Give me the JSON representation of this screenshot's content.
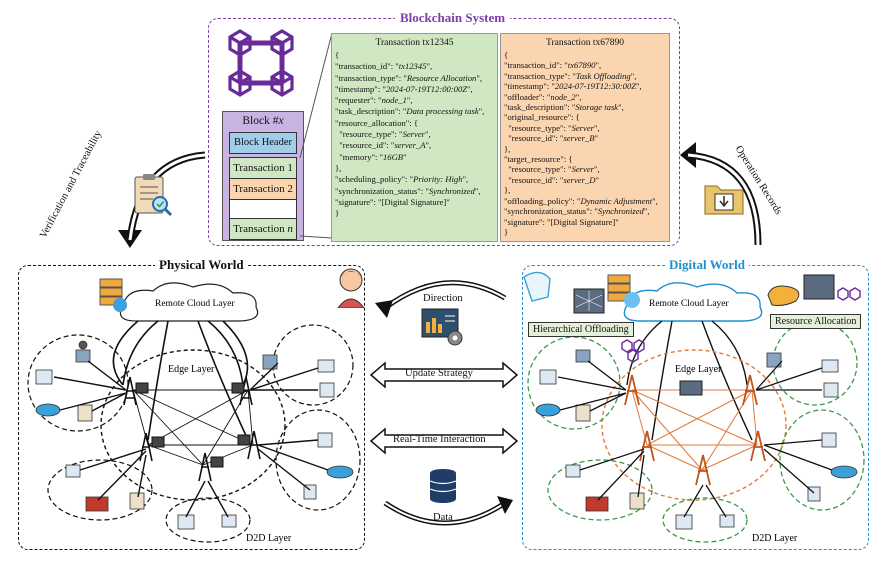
{
  "blockchain": {
    "title": "Blockchain System",
    "block": {
      "header": "Block #x",
      "header_prefix": "Block #",
      "header_var": "x",
      "block_header": "Block Header",
      "tx1": "Transaction 1",
      "tx2": "Transaction 2",
      "txn_prefix": "Transaction ",
      "txn_var": "n"
    },
    "tx_a": {
      "title": "Transaction tx12345",
      "lines": [
        "{",
        "\"transaction_id\": \"tx12345\",",
        "\"transaction_type\": \"Resource Allocation\",",
        "\"timestamp\": \"2024-07-19T12:00:00Z\",",
        "\"requester\": \"node_1\",",
        "\"task_description\": \"Data processing task\",",
        "\"resource_allocation\": {",
        "  \"resource_type\": \"Server\",",
        "  \"resource_id\": \"server_A\",",
        "  \"memory\": \"16GB\"",
        "},",
        "\"scheduling_policy\": \"Priority: High\",",
        "\"synchronization_status\": \"Synchronized\",",
        "\"signature\": \"[Digital Signature]\"",
        "}"
      ]
    },
    "tx_b": {
      "title": "Transaction tx67890",
      "lines": [
        "{",
        "\"transaction_id\": \"tx67890\",",
        "\"transaction_type\": \"Task Offloading\",",
        "\"timestamp\": \"2024-07-19T12:30:00Z\",",
        "\"offloader\": \"node_2\",",
        "\"task_description\": \"Storage task\",",
        "\"original_resource\": {",
        "  \"resource_type\": \"Server\",",
        "  \"resource_id\": \"server_B\"",
        "},",
        "\"target_resource\": {",
        "  \"resource_type\": \"Server\",",
        "  \"resource_id\": \"server_D\"",
        "},",
        "\"offloading_policy\": \"Dynamic Adjustment\",",
        "\"synchronization_status\": \"Synchronized\",",
        "\"signature\": \"[Digital Signature]\"",
        "}"
      ]
    }
  },
  "side_labels": {
    "left": "Verification and Traceability",
    "right": "Operation Records"
  },
  "physical": {
    "title": "Physical World",
    "cloud": "Remote Cloud Layer",
    "edge": "Edge Layer",
    "d2d": "D2D Layer"
  },
  "digital": {
    "title": "Digital World",
    "cloud": "Remote Cloud Layer",
    "edge": "Edge Layer",
    "d2d": "D2D Layer",
    "hier": "Hierarchical Offloading",
    "alloc": "Resource Allocation"
  },
  "middle": {
    "direction": "Direction",
    "update": "Update Strategy",
    "realtime": "Real-Time Interaction",
    "data": "Data"
  },
  "colors": {
    "purple": "#7b3fa6",
    "blue": "#1f8fd0",
    "tx_green": "#cfe7c3",
    "tx_orange": "#fbd5b0",
    "block_purple": "#c9b3e3",
    "edge_orange": "#e07a3a",
    "d2d_green": "#3a9a4a"
  }
}
